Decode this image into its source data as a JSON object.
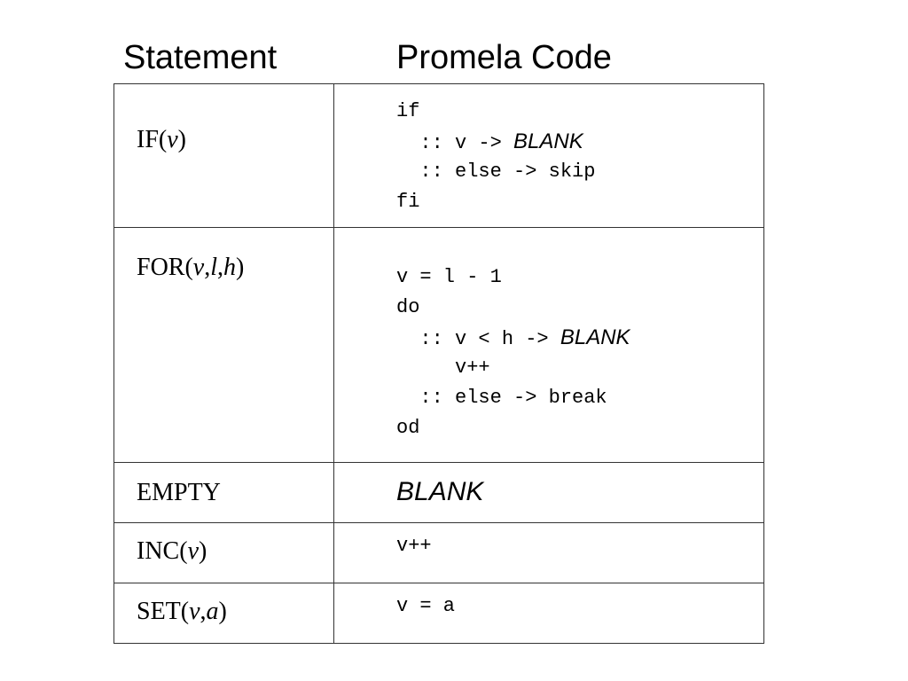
{
  "headers": {
    "statement": "Statement",
    "code": "Promela Code"
  },
  "rows": [
    {
      "name": "IF",
      "open": "(",
      "args": [
        "v"
      ],
      "close": ")",
      "code": [
        {
          "text": "if"
        },
        {
          "text": "  :: v -> ",
          "blank": "BLANK"
        },
        {
          "text": "  :: else -> skip"
        },
        {
          "text": "fi"
        }
      ]
    },
    {
      "name": "FOR",
      "open": "(",
      "args": [
        "v",
        "l",
        "h"
      ],
      "close": ")",
      "code": [
        {
          "text": "v = l - 1"
        },
        {
          "text": "do"
        },
        {
          "text": "  :: v < h -> ",
          "blank": "BLANK"
        },
        {
          "text": "     v++"
        },
        {
          "text": "  :: else -> break"
        },
        {
          "text": "od"
        }
      ]
    },
    {
      "name": "EMPTY",
      "code_blank": "BLANK"
    },
    {
      "name": "INC",
      "open": "(",
      "args": [
        "v"
      ],
      "close": ")",
      "code": [
        {
          "text": "v++"
        }
      ]
    },
    {
      "name": "SET",
      "open": "(",
      "args": [
        "v",
        "a"
      ],
      "close": ")",
      "code": [
        {
          "text": "v = a"
        }
      ]
    }
  ]
}
